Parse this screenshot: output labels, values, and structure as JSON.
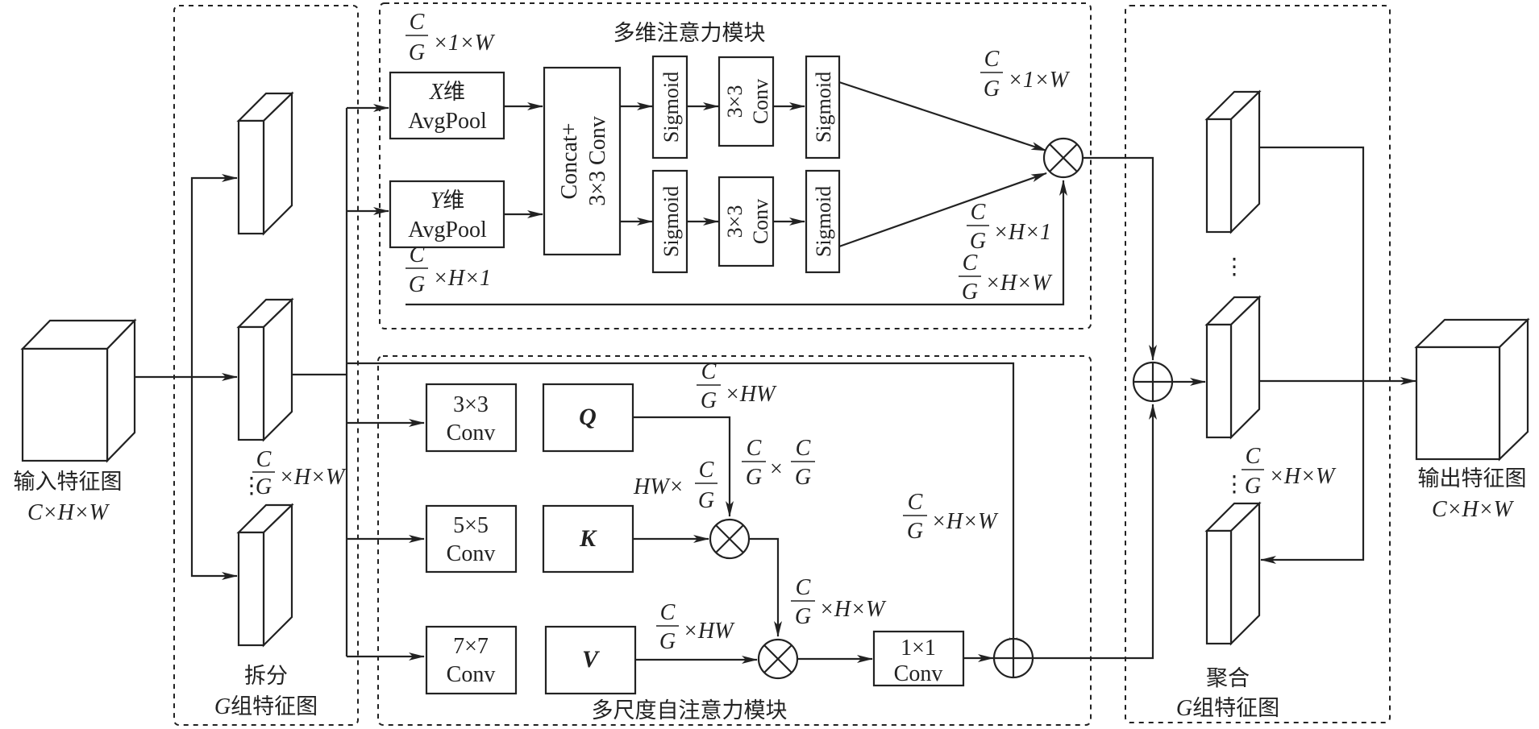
{
  "input": {
    "title": "输入特征图",
    "dims": "C×H×W"
  },
  "output": {
    "title": "输出特征图",
    "dims": "C×H×W"
  },
  "split_group": {
    "line1": "拆分",
    "line2_prefix": "G",
    "line2": "组特征图",
    "dims_num": "C",
    "dims_den": "G",
    "dims_rest": "×H×W"
  },
  "merge_group": {
    "line1": "聚合",
    "line2_prefix": "G",
    "line2": "组特征图",
    "dims_num": "C",
    "dims_den": "G",
    "dims_rest": "×H×W"
  },
  "multi_dim_module": {
    "title": "多维注意力模块",
    "x_pool": {
      "prefix": "X",
      "line1": "维",
      "line2": "AvgPool"
    },
    "y_pool": {
      "prefix": "Y",
      "line1": "维",
      "line2": "AvgPool"
    },
    "concat": {
      "line1": "Concat+",
      "line2": "3×3 Conv"
    },
    "sigmoid": "Sigmoid",
    "conv3": {
      "line1": "3×3",
      "line2": "Conv"
    },
    "labels": {
      "x_in": {
        "num": "C",
        "den": "G",
        "rest": "×1×W"
      },
      "y_in": {
        "num": "C",
        "den": "G",
        "rest": "×H×1"
      },
      "x_out": {
        "num": "C",
        "den": "G",
        "rest": "×1×W"
      },
      "y_out": {
        "num": "C",
        "den": "G",
        "rest": "×H×1"
      },
      "skip": {
        "num": "C",
        "den": "G",
        "rest": "×H×W"
      }
    }
  },
  "self_attn_module": {
    "title": "多尺度自注意力模块",
    "conv3": {
      "line1": "3×3",
      "line2": "Conv"
    },
    "conv5": {
      "line1": "5×5",
      "line2": "Conv"
    },
    "conv7": {
      "line1": "7×7",
      "line2": "Conv"
    },
    "q": "Q",
    "k": "K",
    "v": "V",
    "conv1": {
      "line1": "1×1",
      "line2": "Conv"
    },
    "labels": {
      "q_out": {
        "num": "C",
        "den": "G",
        "rest": "×HW"
      },
      "k_out_pre": "HW×",
      "k_out": {
        "num": "C",
        "den": "G"
      },
      "qk": {
        "num1": "C",
        "den1": "G",
        "mid": "×",
        "num2": "C",
        "den2": "G"
      },
      "v_out": {
        "num": "C",
        "den": "G",
        "rest": "×HW"
      },
      "attn_out": {
        "num": "C",
        "den": "G",
        "rest": "×H×W"
      },
      "skip": {
        "num": "C",
        "den": "G",
        "rest": "×H×W"
      }
    }
  },
  "ellipsis": "⋮"
}
